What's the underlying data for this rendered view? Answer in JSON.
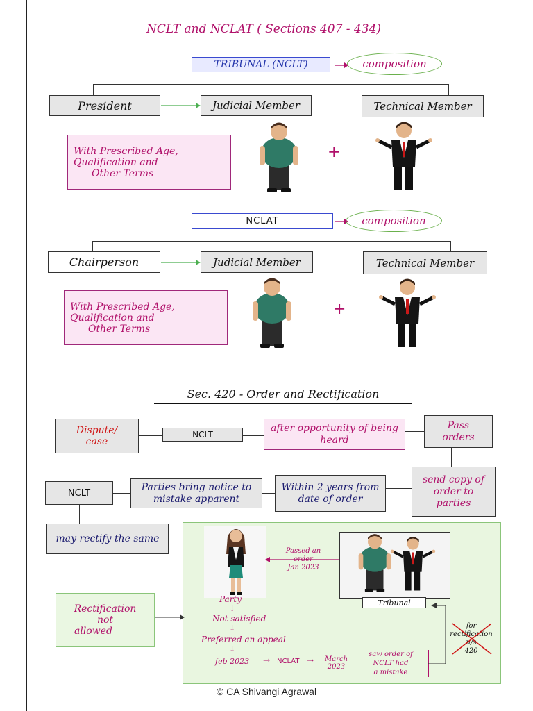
{
  "title": "NCLT and NCLAT ( Sections 407 - 434)",
  "nclt_section": {
    "main": "TRIBUNAL (NCLT)",
    "composition": "composition",
    "president": "President",
    "judicial": "Judicial Member",
    "technical": "Technical Member",
    "criteria": [
      "With Prescribed Age,",
      "Qualification and",
      "Other Terms"
    ],
    "plus": "+"
  },
  "nclat_section": {
    "main": "NCLAT",
    "composition": "composition",
    "chairperson": "Chairperson",
    "judicial": "Judicial Member",
    "technical": "Technical Member",
    "criteria": [
      "With Prescribed Age,",
      "Qualification and",
      "Other Terms"
    ],
    "plus": "+"
  },
  "sec420": {
    "heading": "Sec. 420 - Order and Rectification",
    "dispute": "Dispute/ case",
    "nclt1": "NCLT",
    "opportunity": "after opportunity of being heard",
    "pass": "Pass orders",
    "send": "send copy of order to parties",
    "within": "Within 2 years from date of order",
    "bring": "Parties bring notice to mistake apparent",
    "nclt2": "NCLT",
    "rectify": "may rectify the same"
  },
  "example": {
    "passed": [
      "Passed an",
      "order",
      "Jan 2023"
    ],
    "tribunal": "Tribunal",
    "party": "Party",
    "not_satisfied": "Not satisfied",
    "appeal": "Preferred an appeal",
    "feb": "feb 2023",
    "arrow1": "→",
    "nclat": "NCLAT",
    "arrow2": "→",
    "march": [
      "March",
      "2023"
    ],
    "saw": [
      "saw order of",
      "NCLT had",
      "a mistake"
    ],
    "for_rect": [
      "for",
      "rectification",
      "u/s",
      "420"
    ],
    "not_allowed": [
      "Rectification",
      "not",
      "allowed"
    ]
  },
  "footer": "© CA Shivangi Agrawal"
}
